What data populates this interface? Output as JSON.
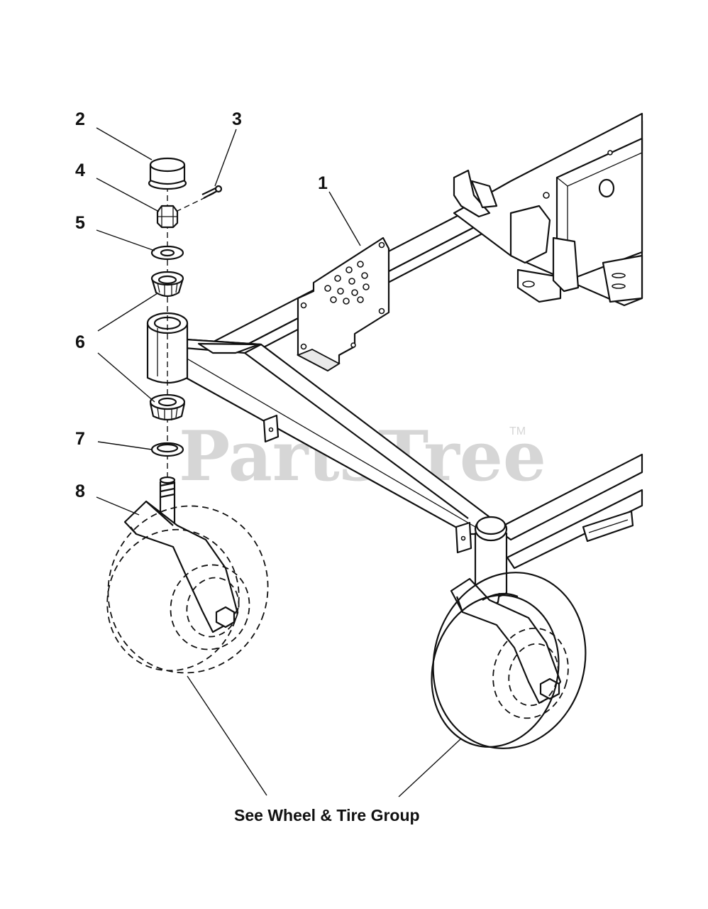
{
  "watermark": {
    "text": "PartsTree",
    "trademark": "TM"
  },
  "callouts": [
    {
      "id": "1",
      "label": "1"
    },
    {
      "id": "2",
      "label": "2"
    },
    {
      "id": "3",
      "label": "3"
    },
    {
      "id": "4",
      "label": "4"
    },
    {
      "id": "5",
      "label": "5"
    },
    {
      "id": "6a",
      "label": "6"
    },
    {
      "id": "6b",
      "label": "6"
    },
    {
      "id": "7",
      "label": "7"
    },
    {
      "id": "8",
      "label": "8"
    }
  ],
  "caption": {
    "text": "See Wheel & Tire Group"
  },
  "colors": {
    "line": "#111111",
    "watermark": "#d6d6d6",
    "background": "#ffffff"
  }
}
